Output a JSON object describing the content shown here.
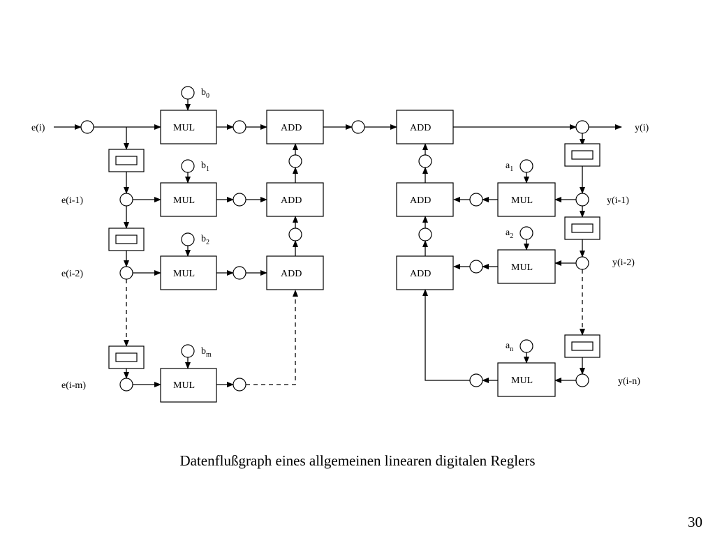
{
  "caption": "Datenflußgraph eines allgemeinen linearen digitalen Reglers",
  "page_number": "30",
  "diagram": {
    "ops": {
      "mul": "MUL",
      "add": "ADD"
    },
    "inputs": {
      "e0": "e(i)",
      "e1": "e(i-1)",
      "e2": "e(i-2)",
      "em": "e(i-m)"
    },
    "outputs": {
      "y0": "y(i)",
      "y1": "y(i-1)",
      "y2": "y(i-2)",
      "yn": "y(i-n)"
    },
    "coeffs_b": [
      {
        "base": "b",
        "sub": "0"
      },
      {
        "base": "b",
        "sub": "1"
      },
      {
        "base": "b",
        "sub": "2"
      },
      {
        "base": "b",
        "sub": "m"
      }
    ],
    "coeffs_a": [
      {
        "base": "a",
        "sub": "1"
      },
      {
        "base": "a",
        "sub": "2"
      },
      {
        "base": "a",
        "sub": "n"
      }
    ]
  }
}
